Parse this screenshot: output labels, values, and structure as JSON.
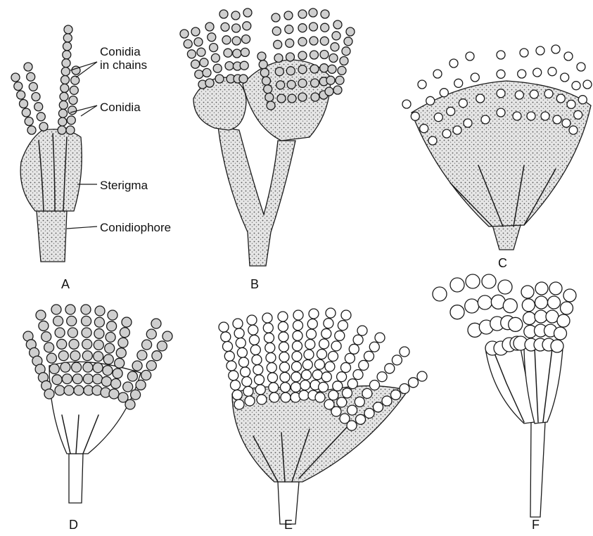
{
  "figure": {
    "panels": [
      {
        "letter": "A"
      },
      {
        "letter": "B"
      },
      {
        "letter": "C"
      },
      {
        "letter": "D"
      },
      {
        "letter": "E"
      },
      {
        "letter": "F"
      }
    ],
    "annotations": {
      "conidia_chains": "Conidia\nin chains",
      "conidia": "Conidia",
      "sterigma": "Sterigma",
      "conidiophore": "Conidiophore"
    }
  }
}
